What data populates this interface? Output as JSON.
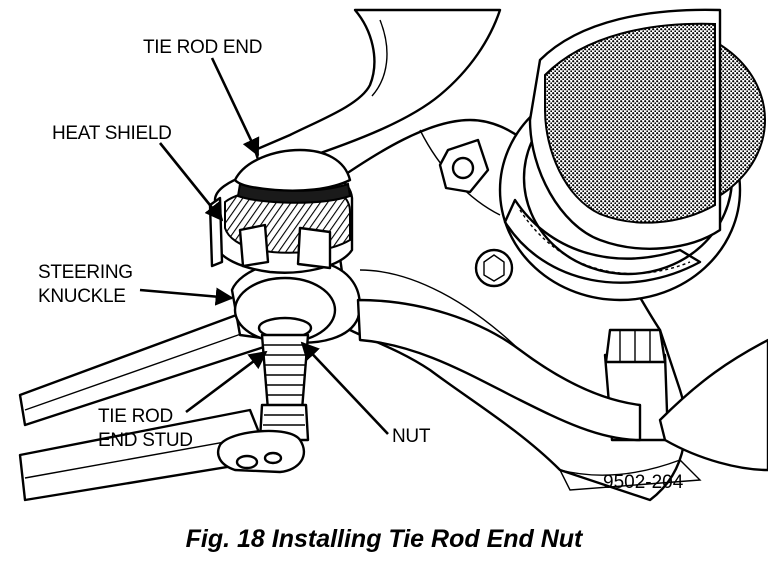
{
  "labels": {
    "tie_rod_end": "TIE ROD END",
    "heat_shield": "HEAT SHIELD",
    "steering_knuckle_1": "STEERING",
    "steering_knuckle_2": "KNUCKLE",
    "tie_rod_end_stud_1": "TIE ROD",
    "tie_rod_end_stud_2": "END STUD",
    "nut": "NUT"
  },
  "figure_code": "9502-204",
  "caption": "Fig. 18 Installing Tie Rod End Nut"
}
